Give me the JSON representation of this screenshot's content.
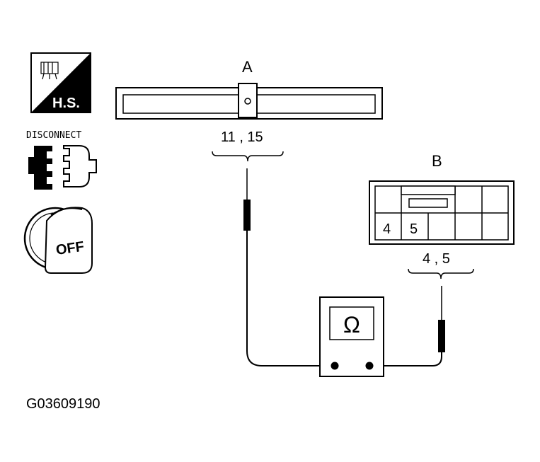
{
  "icons": {
    "hs_label": "H.S.",
    "disconnect_label": "DISCONNECT",
    "ignition_label": "OFF"
  },
  "connector_a": {
    "label": "A",
    "pins_label": "11 , 15"
  },
  "connector_b": {
    "label": "B",
    "pin_numbers": [
      "4",
      "5"
    ],
    "pins_label": "4 , 5"
  },
  "meter": {
    "symbol": "Ω"
  },
  "figure_code": "G03609190"
}
